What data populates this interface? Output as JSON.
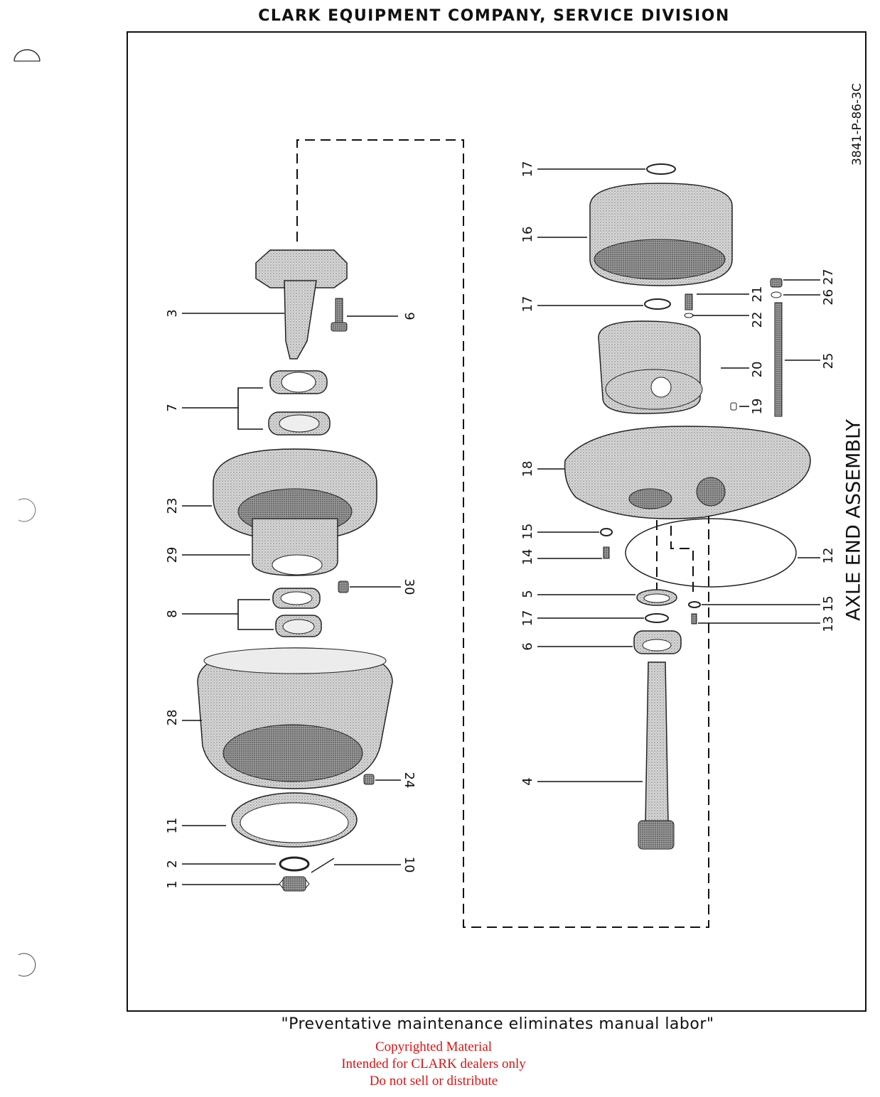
{
  "header": "CLARK EQUIPMENT COMPANY, SERVICE DIVISION",
  "drawing_number": "3841-P-86-3C",
  "assembly_title": "AXLE END ASSEMBLY",
  "footer_slogan": "\"Preventative maintenance eliminates manual labor\"",
  "copyright_lines": [
    "Copyrighted Material",
    "Intended for CLARK dealers only",
    "Do not sell or distribute"
  ],
  "callouts": {
    "c3": "3",
    "c9": "9",
    "c7": "7",
    "c23": "23",
    "c29": "29",
    "c30": "30",
    "c8": "8",
    "c28": "28",
    "c24": "24",
    "c11": "11",
    "c2": "2",
    "c10": "10",
    "c1": "1",
    "c17a": "17",
    "c16": "16",
    "c17b": "17",
    "c21": "21",
    "c22": "22",
    "c2627": "26 27",
    "c20": "20",
    "c25": "25",
    "c19": "19",
    "c18": "18",
    "c15a": "15",
    "c14": "14",
    "c12": "12",
    "c5": "5",
    "c1315": "13 15",
    "c17c": "17",
    "c6": "6",
    "c4": "4"
  }
}
